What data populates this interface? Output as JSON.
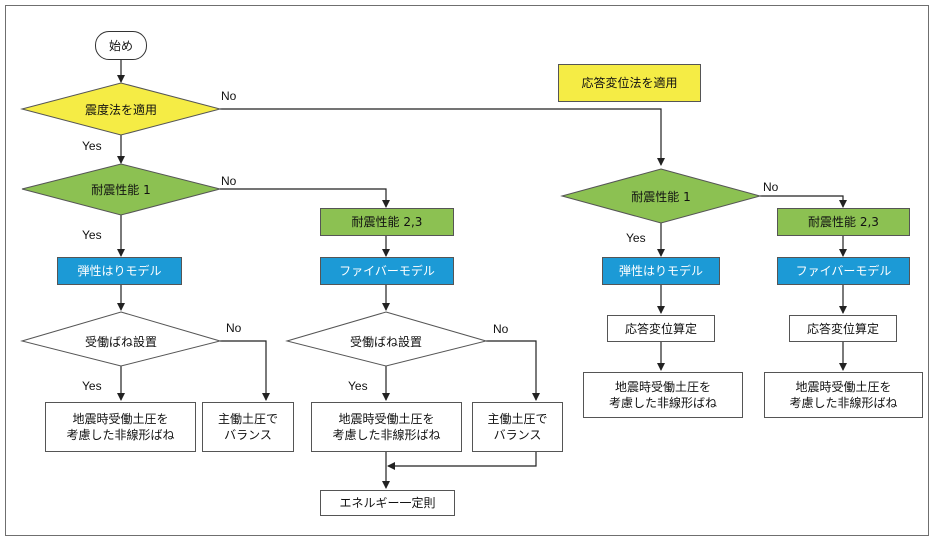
{
  "start": "始め",
  "note": "応答変位法を適用",
  "decisions": {
    "seismic_method": "震度法を適用",
    "perf1_left": "耐震性能 1",
    "spring_left": "受働ばね設置",
    "spring_mid": "受働ばね設置",
    "perf1_right": "耐震性能 1"
  },
  "boxes": {
    "perf23_mid": "耐震性能 2,3",
    "perf23_right": "耐震性能 2,3",
    "elastic_left": "弾性はりモデル",
    "fiber_mid": "ファイバーモデル",
    "elastic_right": "弾性はりモデル",
    "fiber_right": "ファイバーモデル",
    "nonlinear_left": "地震時受働土圧を\n考慮した非線形ばね",
    "active_left": "主働土圧で\nバランス",
    "nonlinear_mid": "地震時受働土圧を\n考慮した非線形ばね",
    "active_mid": "主働土圧で\nバランス",
    "energy": "エネルギー一定則",
    "resp_disp_r1": "応答変位算定",
    "resp_disp_r2": "応答変位算定",
    "nonlinear_r1": "地震時受働土圧を\n考慮した非線形ばね",
    "nonlinear_r2": "地震時受働土圧を\n考慮した非線形ばね"
  },
  "labels": {
    "yes": "Yes",
    "no": "No"
  },
  "colors": {
    "decision_yellow": "#f5ec45",
    "decision_green": "#8cc152",
    "model_blue": "#1c9ad6",
    "line": "#222222"
  }
}
